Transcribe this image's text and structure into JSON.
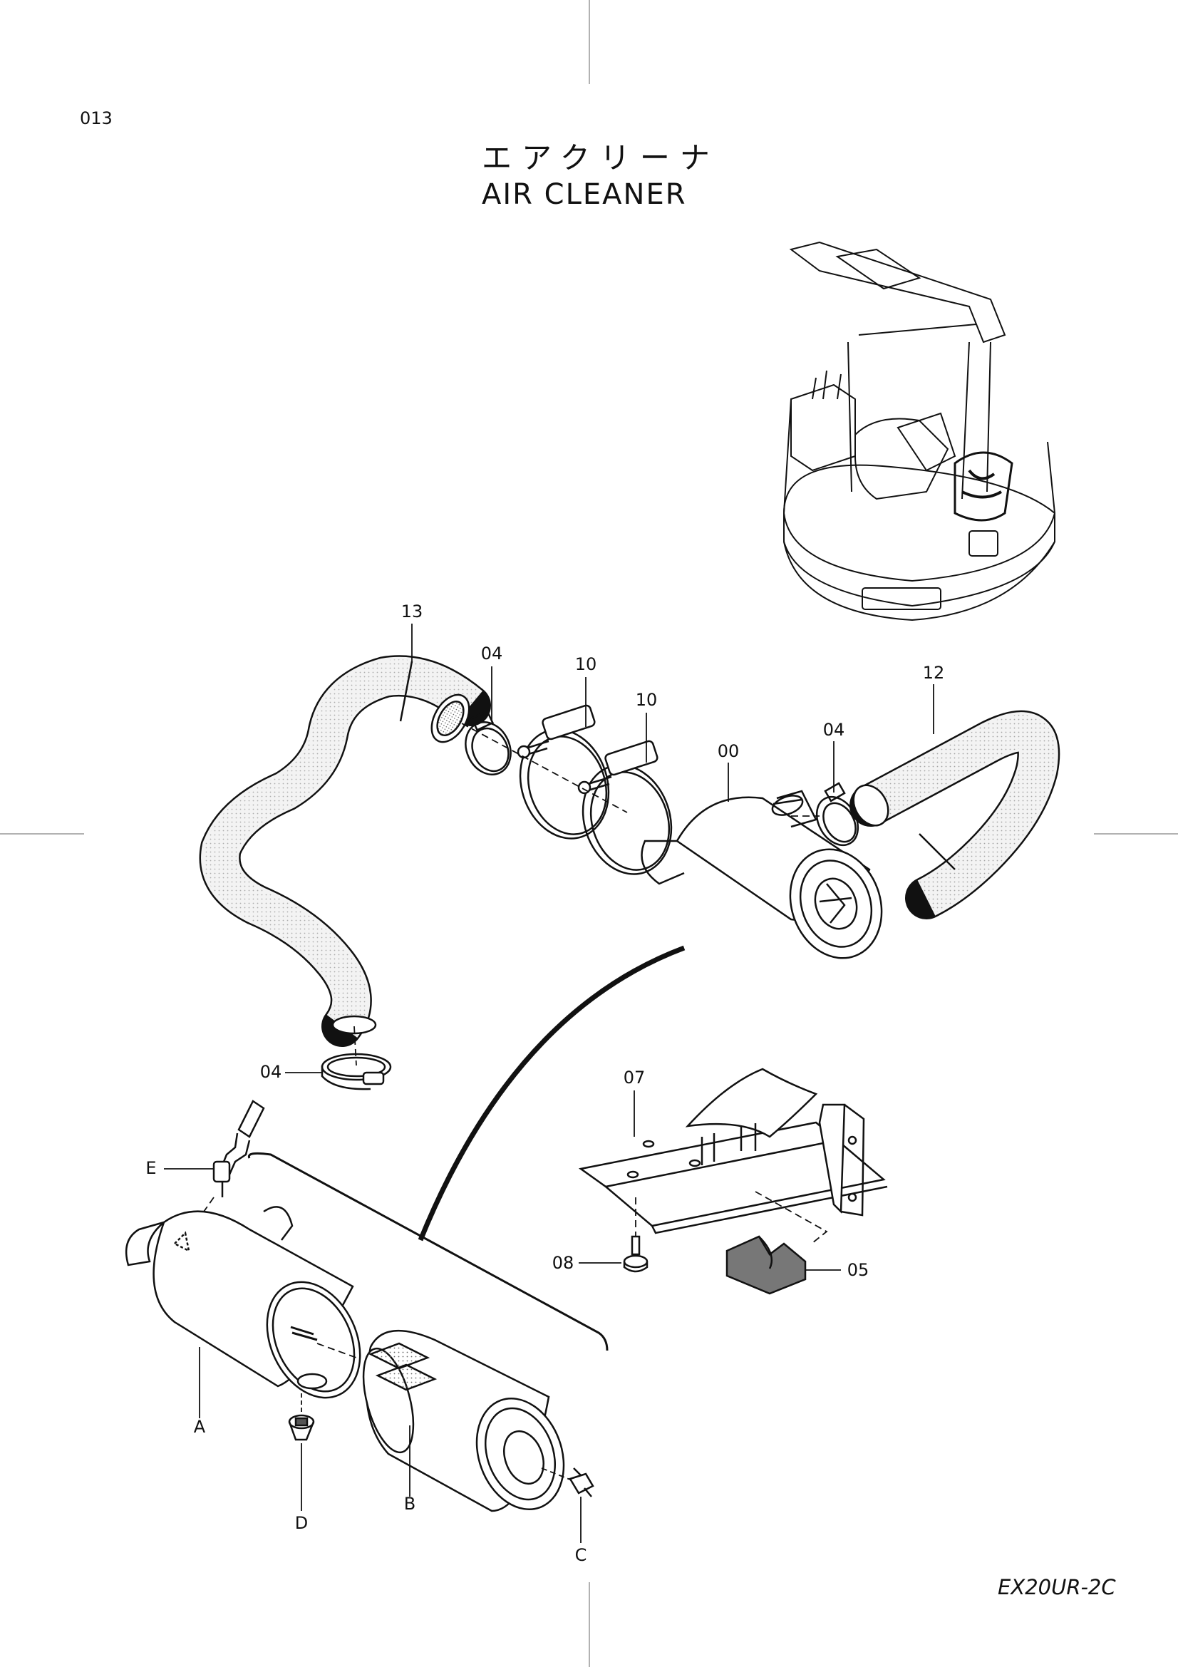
{
  "page": {
    "page_number": "013",
    "title_ja": "エアクリーナ",
    "title_en": "AIR  CLEANER",
    "model_code": "EX20UR-2C"
  },
  "callouts": [
    {
      "id": "hose-13",
      "label": "13"
    },
    {
      "id": "clamp-04-top",
      "label": "04"
    },
    {
      "id": "band-10-a",
      "label": "10"
    },
    {
      "id": "band-10-b",
      "label": "10"
    },
    {
      "id": "cleaner-00",
      "label": "00"
    },
    {
      "id": "clamp-04-right",
      "label": "04"
    },
    {
      "id": "hose-12",
      "label": "12"
    },
    {
      "id": "clamp-04-bottom",
      "label": "04"
    },
    {
      "id": "bracket-07",
      "label": "07"
    },
    {
      "id": "sensor-E",
      "label": "E"
    },
    {
      "id": "bolt-08",
      "label": "08"
    },
    {
      "id": "rubber-05",
      "label": "05"
    },
    {
      "id": "body-A",
      "label": "A"
    },
    {
      "id": "element-B",
      "label": "B"
    },
    {
      "id": "wingnut-C",
      "label": "C"
    },
    {
      "id": "valve-D",
      "label": "D"
    }
  ]
}
